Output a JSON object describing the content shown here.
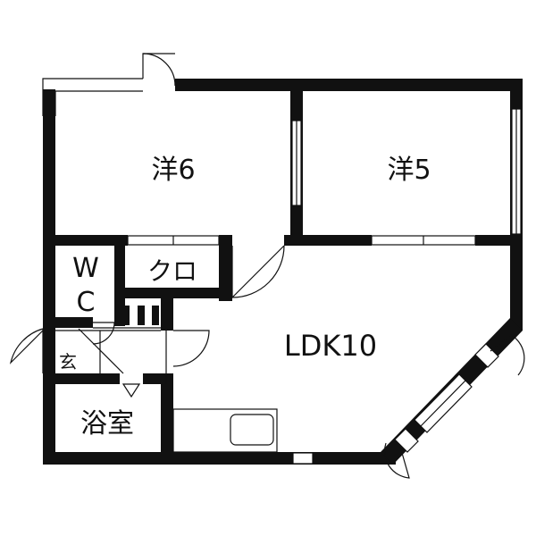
{
  "rooms": {
    "western_6": "洋6",
    "western_5": "洋5",
    "wc_top": "W",
    "wc_bottom": "C",
    "closet": "クロ",
    "ldk": "LDK10",
    "entrance": "玄",
    "bathroom": "浴室"
  },
  "colors": {
    "wall": "#111111",
    "background": "#ffffff"
  }
}
